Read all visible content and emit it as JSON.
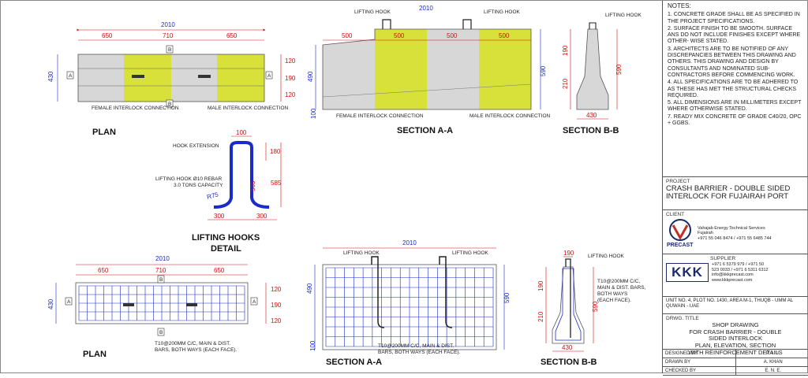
{
  "notes": {
    "heading": "NOTES:",
    "items": [
      "1. Concrete grade shall be as specified in the project specifications.",
      "2. Surface finish to be smooth. Surface ans do not include finishes except where other- wise stated.",
      "3. Architects are to be notified of any discrepancies between this drawing and others. This drawing and design by consultants and nominated sub-contractors before commencing work.",
      "4. All specifications are to be adhered to as these has met the structural checks required.",
      "5. All dimensions are in millimeters except where otherwise stated.",
      "7. Ready mix concrete of grade C40/20, OPC + GGBS."
    ]
  },
  "project": {
    "caption": "PROJECT",
    "name": "CRASH BARRIER - DOUBLE SIDED INTERLOCK FOR FUJAIRAH PORT"
  },
  "client": {
    "caption": "CLIENT",
    "name": "Vahajab Energy Technical Services",
    "city": "Fujairah",
    "phone": "+971 55 046 8474 / +971 55 6485 744",
    "logo_text": "PRECAST"
  },
  "supplier": {
    "caption": "SUPPLIER",
    "logo": "KKK",
    "phone1": "+971 6 5379 979 / +971 50",
    "phone2": "523 0033 / +971 6 5311 6312",
    "email": "info@kkkprecast.com",
    "web": "www.kkkprecast.com",
    "address": "UNIT NO. 4, PLOT NO. 1430, AREA M-1, THUQB - UMM AL QUWAIN - UAE"
  },
  "drawing_title": {
    "caption": "DRWG. TITLE",
    "lines": [
      "SHOP DRAWING",
      "FOR CRASH BARRIER - DOUBLE",
      "SIDED INTERLOCK",
      "PLAN, ELEVATION, SECTION",
      "WITH REINFORCEMENT DETAILS"
    ]
  },
  "signoff": [
    {
      "label": "DESIGNED BY",
      "value": "P. I. U."
    },
    {
      "label": "DRAWN BY",
      "value": "A. KHAN"
    },
    {
      "label": "CHECKED BY",
      "value": "E. N. E."
    }
  ],
  "views": {
    "plan_top": {
      "title": "PLAN",
      "overall": "2010",
      "segs": [
        "650",
        "710",
        "650"
      ],
      "height": "430",
      "side": [
        "120",
        "190",
        "120"
      ],
      "mark_a": "A",
      "mark_b": "B",
      "female": "FEMALE INTERLOCK CONNECTION",
      "male": "MALE INTERLOCK CONNECTION"
    },
    "section_aa_top": {
      "title": "SECTION A-A",
      "overall": "2010",
      "segs": [
        "500",
        "500",
        "500",
        "500"
      ],
      "left_h": "490",
      "bottom_h": "100",
      "right_h": "590",
      "hook": "LIFTING HOOK",
      "female": "FEMALE INTERLOCK CONNECTION",
      "male": "MALE INTERLOCK CONNECTION"
    },
    "section_bb_top": {
      "title": "SECTION B-B",
      "hook": "LIFTING HOOK",
      "h1": "190",
      "h2": "210",
      "h3": "590",
      "base": "430"
    },
    "hook_detail": {
      "title": "LIFTING HOOKS DETAIL",
      "extension": "HOOK EXTENSION",
      "rebar": "LIFTING HOOK Ø10 REBAR",
      "capacity": "3.0 TONS CAPACITY",
      "top": "100",
      "h180": "180",
      "h585": "585",
      "h565": "565",
      "radius": "R75",
      "left": "300",
      "right": "300"
    },
    "plan_bottom": {
      "title": "PLAN",
      "overall": "2010",
      "segs": [
        "650",
        "710",
        "650"
      ],
      "height": "430",
      "side": [
        "120",
        "190",
        "120"
      ],
      "mark_a": "A",
      "mark_b": "B",
      "rebar": "T10@200MM C/C, MAIN & DIST. BARS, BOTH WAYS (EACH FACE)."
    },
    "section_aa_bottom": {
      "title": "SECTION A-A",
      "overall": "2010",
      "left_h": "490",
      "bottom_h": "100",
      "right_h": "590",
      "hook": "LIFTING HOOK",
      "rebar": "T10@200MM C/C, MAIN & DIST. BARS, BOTH WAYS (EACH FACE)."
    },
    "section_bb_bottom": {
      "title": "SECTION B-B",
      "hook": "LIFTING HOOK",
      "top": "190",
      "h1": "190",
      "h2": "210",
      "h3": "590",
      "base": "430",
      "rebar": "T10@200MM C/C, MAIN & DIST. BARS, BOTH WAYS (EACH FACE)."
    }
  },
  "colors": {
    "yellow": "#d8e13a",
    "gray": "#d7d7d7",
    "dim": "#d01010",
    "rebar": "#1a2cc8"
  }
}
